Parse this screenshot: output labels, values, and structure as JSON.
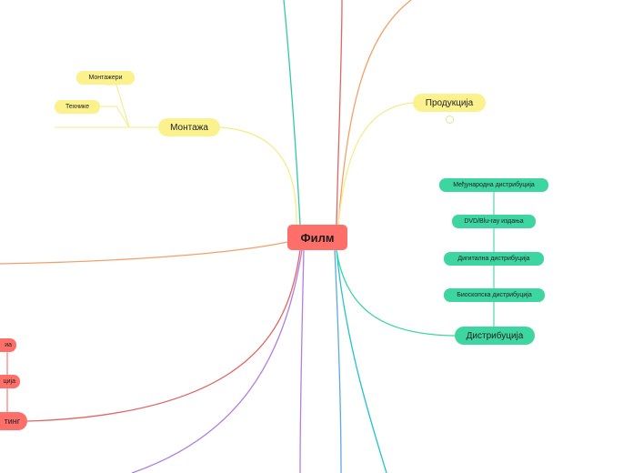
{
  "central": {
    "label": "Филм"
  },
  "branches": {
    "montazha": {
      "label": "Монтажа",
      "color": "#f3e87a",
      "children": [
        "Монтажери",
        "Технике"
      ]
    },
    "produkcija": {
      "label": "Продукција",
      "color": "#f3e87a"
    },
    "distribucija": {
      "label": "Дистрибуција",
      "color": "#3dd6a1",
      "children": [
        "Међународна дистрибуција",
        "DVD/Blu-ray издања",
        "Дигитална дистрибуција",
        "Биоскопска дистрибуција"
      ]
    },
    "kasting": {
      "label_partial": "тинг",
      "color": "#ff6f6a",
      "children_partial": [
        "иа",
        "ција"
      ]
    }
  },
  "line_colors": {
    "teal": "#35c9a0",
    "red": "#e36464",
    "orange": "#f4a06a",
    "purple": "#b07fe0",
    "blue": "#5aa9e6",
    "cyan": "#22c3c9"
  }
}
